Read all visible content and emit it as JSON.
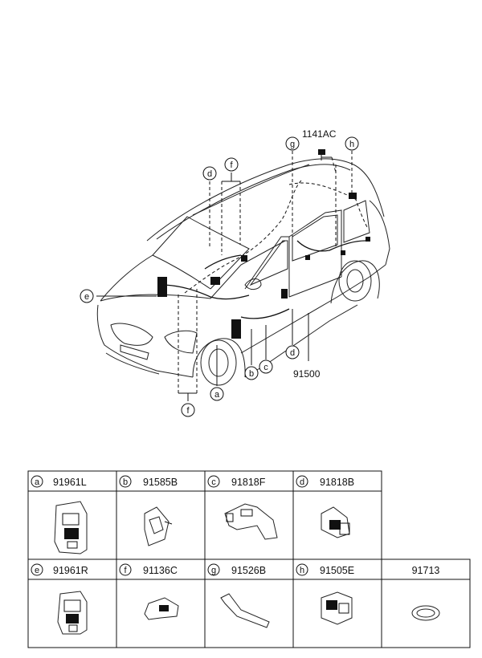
{
  "diagram": {
    "part_number_main": "91500",
    "part_number_bolt": "1141AC",
    "callouts": {
      "a": "a",
      "b": "b",
      "c": "c",
      "d": "d",
      "e": "e",
      "f": "f",
      "g": "g",
      "h": "h"
    }
  },
  "parts_table": {
    "row1": [
      {
        "letter": "a",
        "part": "91961L"
      },
      {
        "letter": "b",
        "part": "91585B"
      },
      {
        "letter": "c",
        "part": "91818F"
      },
      {
        "letter": "d",
        "part": "91818B"
      }
    ],
    "row2": [
      {
        "letter": "e",
        "part": "91961R"
      },
      {
        "letter": "f",
        "part": "91136C"
      },
      {
        "letter": "g",
        "part": "91526B"
      },
      {
        "letter": "h",
        "part": "91505E"
      },
      {
        "letter": "",
        "part": "91713"
      }
    ]
  }
}
